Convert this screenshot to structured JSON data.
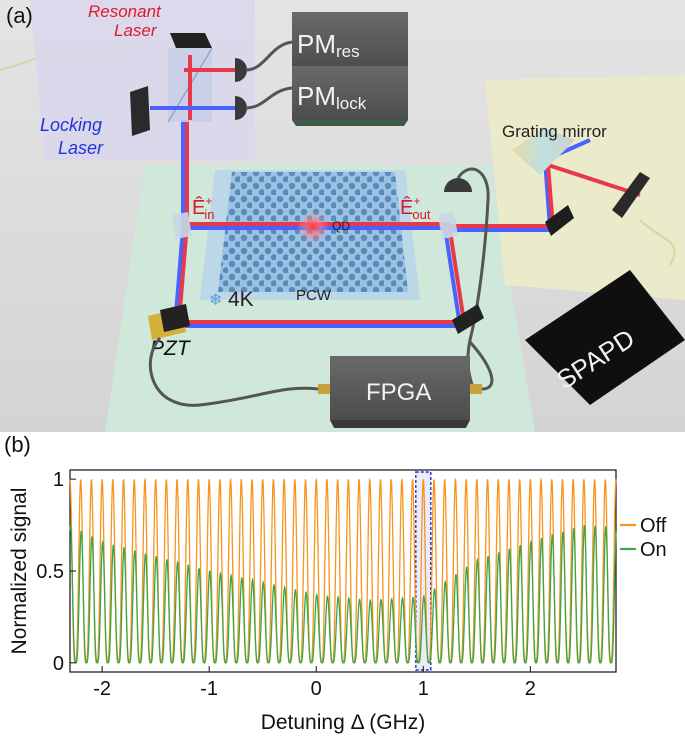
{
  "panel_a": {
    "label": "(a)",
    "resonant_laser": [
      "Resonant",
      "Laser"
    ],
    "locking_laser": [
      "Locking",
      "Laser"
    ],
    "pm_res": {
      "main": "PM",
      "sub": "res"
    },
    "pm_lock": {
      "main": "PM",
      "sub": "lock"
    },
    "grating_mirror": "Grating mirror",
    "e_in": {
      "main": "Ê",
      "sup": "+",
      "sub": "in"
    },
    "e_out": {
      "main": "Ê",
      "sup": "+",
      "sub": "out"
    },
    "qd": "QD",
    "temp": "4K",
    "pcw": "PCW",
    "pzt": "PZT",
    "fpga": "FPGA",
    "spapd": "SPAPD",
    "colors": {
      "red_beam": "#e8384a",
      "blue_beam": "#4a63ff",
      "stage_green": "#cfe8da",
      "box_gray": "#5c5c5c",
      "crystal_blue": "#8fb8d8"
    }
  },
  "panel_b": {
    "label": "(b)"
  },
  "chart_data": {
    "type": "line",
    "xlabel": "Detuning Δ (GHz)",
    "ylabel": "Normalized signal",
    "xlim": [
      -2.3,
      2.8
    ],
    "ylim": [
      -0.05,
      1.05
    ],
    "xticks": [
      "-2",
      "-1",
      "0",
      "1",
      "2"
    ],
    "yticks": [
      "0",
      "0.5",
      "1"
    ],
    "grid": false,
    "legend_position": "right",
    "fringe_period_ghz": 0.1,
    "highlight_x_range": [
      0.93,
      1.07
    ],
    "series": [
      {
        "name": "Off",
        "color": "#f7941d",
        "envelope_x": [
          -2.3,
          -1.5,
          0,
          1.5,
          2.8
        ],
        "envelope_max": [
          1.0,
          1.0,
          1.0,
          1.0,
          1.0
        ],
        "envelope_min": [
          0.0,
          0.0,
          0.0,
          0.0,
          0.0
        ]
      },
      {
        "name": "On",
        "color": "#3aa64a",
        "envelope_x": [
          -2.3,
          -2.0,
          -1.5,
          -1.0,
          -0.5,
          0.0,
          0.5,
          1.0,
          1.5,
          2.0,
          2.5,
          2.8
        ],
        "envelope_max": [
          0.75,
          0.66,
          0.58,
          0.5,
          0.44,
          0.37,
          0.34,
          0.36,
          0.56,
          0.66,
          0.75,
          0.74
        ],
        "envelope_min": [
          0.0,
          0.0,
          0.0,
          0.0,
          0.0,
          0.0,
          0.0,
          0.0,
          0.0,
          0.0,
          0.0,
          0.0
        ]
      }
    ]
  }
}
